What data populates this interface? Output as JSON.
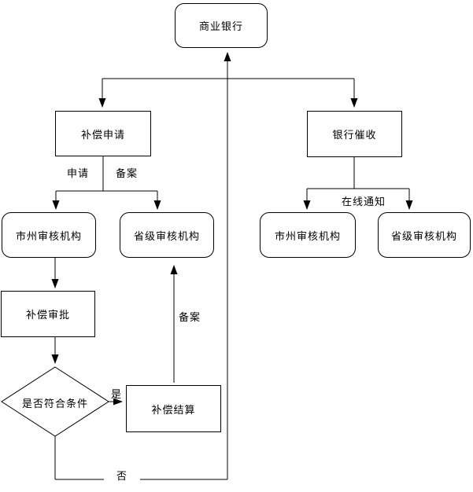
{
  "diagram": {
    "colors": {
      "background": "#ffffff",
      "line": "#000000",
      "node_fill": "#ffffff",
      "node_border": "#000000",
      "text": "#000000"
    },
    "nodes": {
      "bank": "商业银行",
      "apply": "补偿申请",
      "city_left": "市州审核机构",
      "prov_left": "省级审核机构",
      "approve": "补偿审批",
      "decision": "是否符合条件",
      "settle": "补偿结算",
      "collect": "银行催收",
      "city_right": "市州审核机构",
      "prov_right": "省级审核机构"
    },
    "edge_labels": {
      "apply": "申请",
      "record_top": "备案",
      "record_mid": "备案",
      "yes": "是",
      "no": "否",
      "online_notice": "在线通知"
    }
  }
}
